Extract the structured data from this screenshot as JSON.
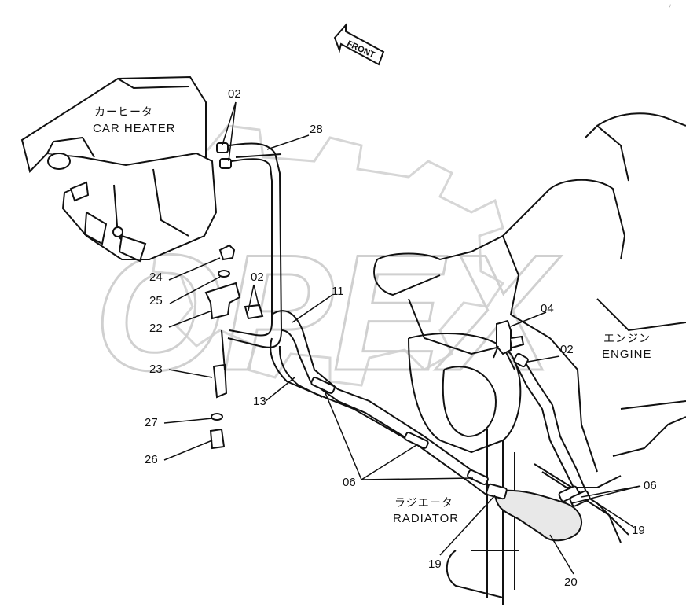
{
  "corner_mark": "ﾉ",
  "front_arrow": "FRONT",
  "components": {
    "car_heater_jp": "カーヒータ",
    "car_heater_en": "CAR HEATER",
    "engine_jp": "エンジン",
    "engine_en": "ENGINE",
    "radiator_jp": "ラジエータ",
    "radiator_en": "RADIATOR"
  },
  "callouts": {
    "c02_top": "02",
    "c28": "28",
    "c02_mid": "02",
    "c11": "11",
    "c24": "24",
    "c25": "25",
    "c22": "22",
    "c04": "04",
    "c02_right": "02",
    "c23": "23",
    "c13": "13",
    "c27": "27",
    "c26": "26",
    "c06_left": "06",
    "c06_right": "06",
    "c19_right": "19",
    "c19_bottom": "19",
    "c20": "20"
  },
  "watermark": "OPEX"
}
